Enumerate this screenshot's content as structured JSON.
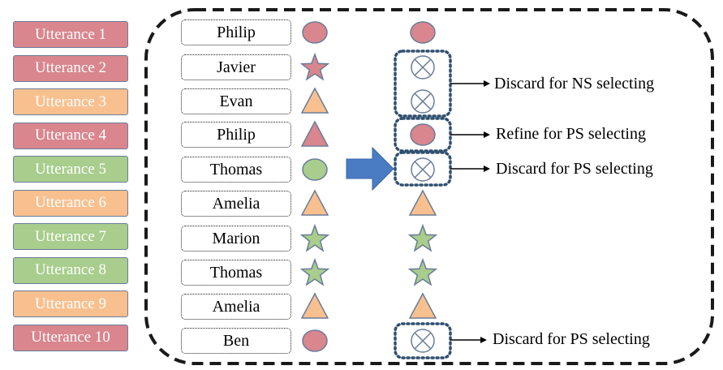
{
  "colors": {
    "red": "#D9868E",
    "orange": "#F9C08F",
    "green": "#A8CD8C",
    "outline": "#6a7c99",
    "arrow": "#4A7CC3",
    "dash": "#1a1a1a",
    "dotted_box": "#2F4F6F"
  },
  "utterances": [
    {
      "label": "Utterance 1",
      "color": "red"
    },
    {
      "label": "Utterance 2",
      "color": "red"
    },
    {
      "label": "Utterance 3",
      "color": "orange"
    },
    {
      "label": "Utterance 4",
      "color": "red"
    },
    {
      "label": "Utterance 5",
      "color": "green"
    },
    {
      "label": "Utterance 6",
      "color": "orange"
    },
    {
      "label": "Utterance 7",
      "color": "green"
    },
    {
      "label": "Utterance 8",
      "color": "green"
    },
    {
      "label": "Utterance 9",
      "color": "orange"
    },
    {
      "label": "Utterance 10",
      "color": "red"
    }
  ],
  "speakers": [
    {
      "name": "Philip",
      "shape": "circle",
      "color": "red",
      "result": "circle"
    },
    {
      "name": "Javier",
      "shape": "star",
      "color": "red",
      "result": "discard"
    },
    {
      "name": "Evan",
      "shape": "triangle",
      "color": "orange",
      "result": "discard"
    },
    {
      "name": "Philip",
      "shape": "triangle",
      "color": "red",
      "result": "circle"
    },
    {
      "name": "Thomas",
      "shape": "circle",
      "color": "green",
      "result": "discard"
    },
    {
      "name": "Amelia",
      "shape": "triangle",
      "color": "orange",
      "result": "triangle"
    },
    {
      "name": "Marion",
      "shape": "star",
      "color": "green",
      "result": "star"
    },
    {
      "name": "Thomas",
      "shape": "star",
      "color": "green",
      "result": "star"
    },
    {
      "name": "Amelia",
      "shape": "triangle",
      "color": "orange",
      "result": "triangle"
    },
    {
      "name": "Ben",
      "shape": "circle",
      "color": "red",
      "result": "discard"
    }
  ],
  "notes": {
    "discard_ns": "Discard for NS selecting",
    "refine_ps": "Refine for PS selecting",
    "discard_ps_1": "Discard for PS selecting",
    "discard_ps_2": "Discard for PS selecting"
  }
}
